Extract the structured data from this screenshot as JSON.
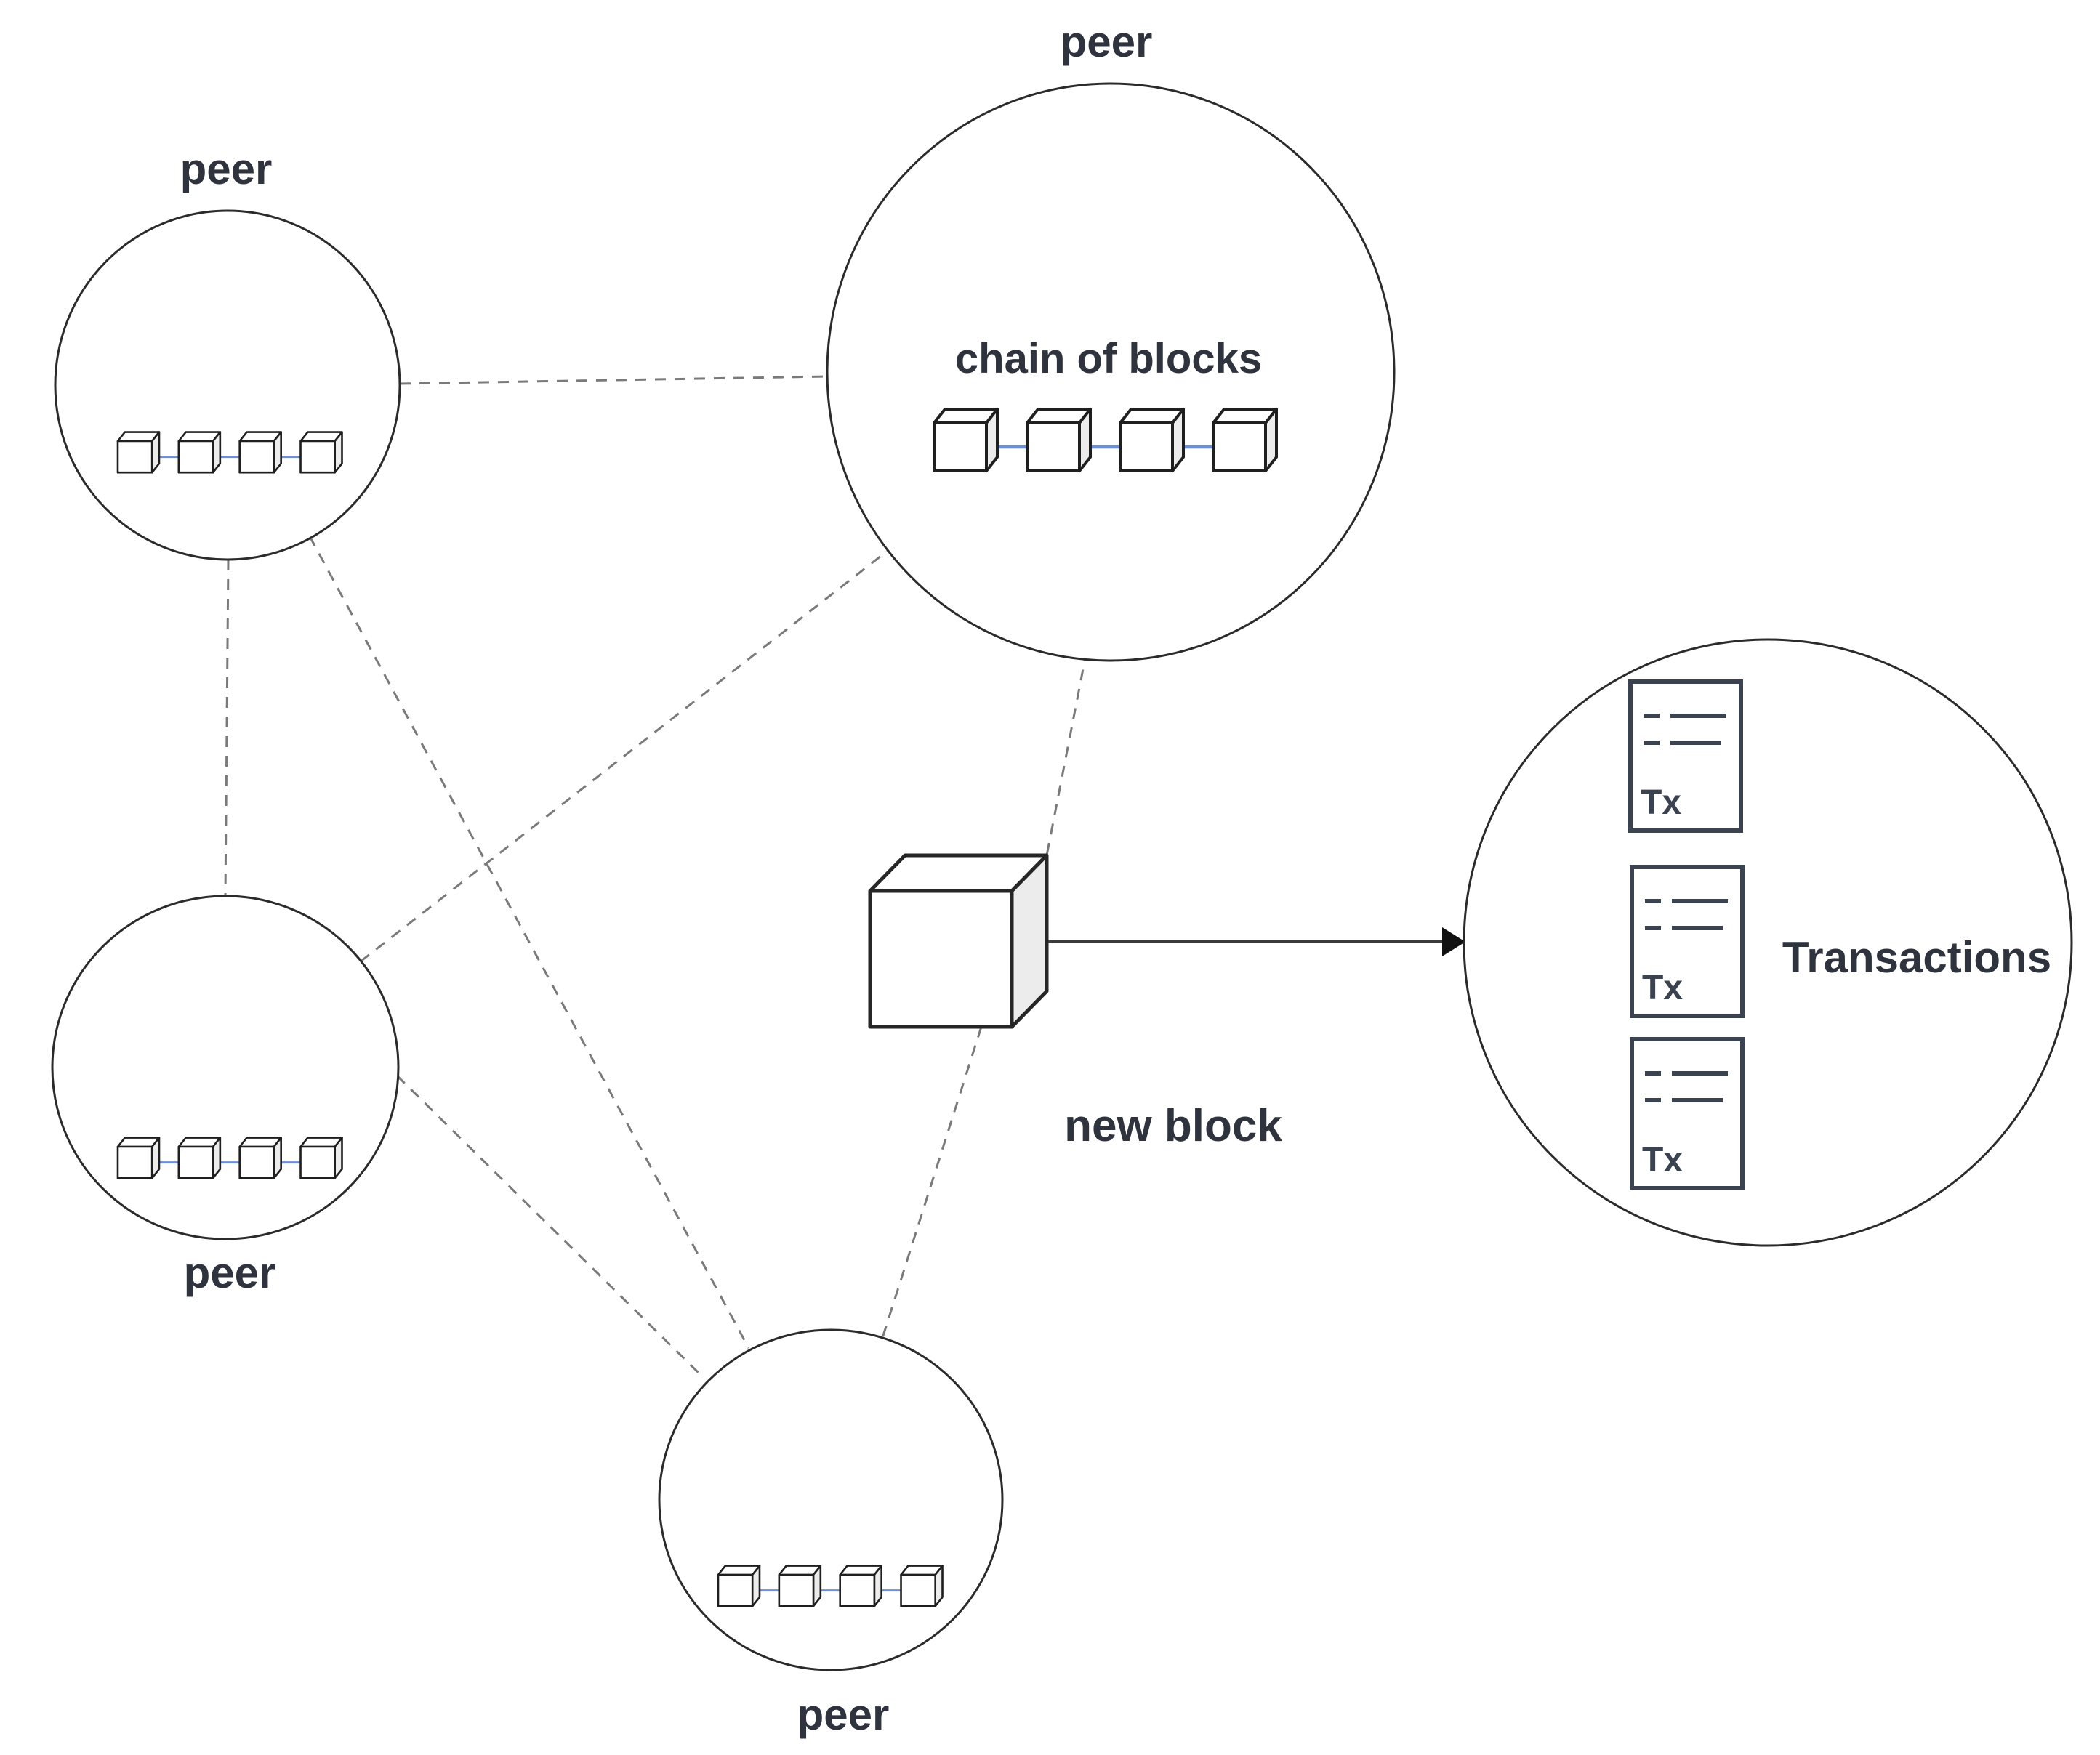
{
  "diagram": {
    "type": "blockchain-p2p-network",
    "background": "#ffffff",
    "peers": [
      {
        "id": "top-left",
        "label": "peer",
        "blocks": 4
      },
      {
        "id": "top-center",
        "label": "peer",
        "inner_label": "chain of blocks",
        "blocks": 4
      },
      {
        "id": "middle-left",
        "label": "peer",
        "blocks": 4
      },
      {
        "id": "bottom",
        "label": "peer",
        "blocks": 4
      }
    ],
    "new_block": {
      "label": "new block"
    },
    "transactions": {
      "label": "Transactions",
      "documents": [
        {
          "label": "Tx"
        },
        {
          "label": "Tx"
        },
        {
          "label": "Tx"
        }
      ]
    },
    "colors": {
      "label_text": "#2f333e",
      "circle_stroke": "#2b2b2b",
      "dashed_connection": "#7a7a7a",
      "block_outline": "#1f1f1f",
      "block_side_fill": "#ececec",
      "block_link_blue": "#6e8ed8",
      "tx_document": "#3b4351",
      "arrow": "#3a3a3a",
      "arrowhead": "#111111"
    }
  }
}
